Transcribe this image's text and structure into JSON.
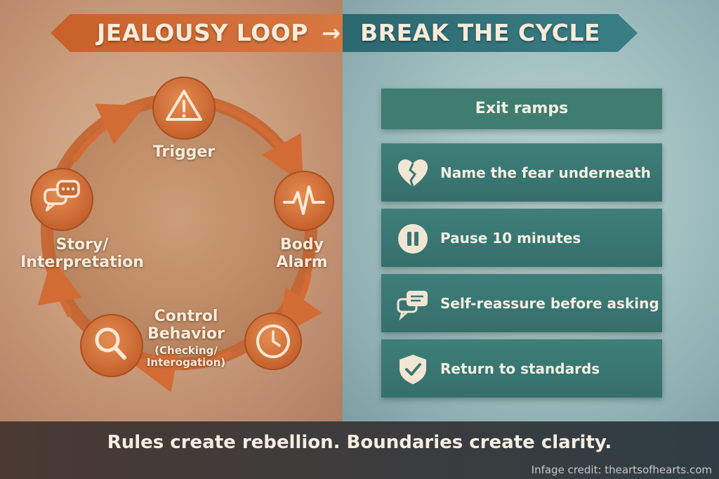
{
  "banner": {
    "title_left": "JEALOUSY LOOP",
    "arrow": "→",
    "title_right": "BREAK THE CYCLE",
    "left_color": "#c8652e",
    "right_color": "#2f7079"
  },
  "cycle": {
    "nodes": [
      {
        "label": "Trigger",
        "icon": "warning-icon"
      },
      {
        "label_lines": [
          "Body",
          "Alarm"
        ],
        "icon": "heartbeat-icon"
      },
      {
        "label_lines": [
          "Control",
          "Behavior"
        ],
        "sublabel_lines": [
          "(Checking/",
          "Interogation)"
        ],
        "icon": "clock-icon"
      },
      {
        "icon": "magnifier-icon"
      },
      {
        "label_lines": [
          "Story/",
          "Interpretation"
        ],
        "icon": "chat-bubbles-icon"
      }
    ],
    "accent_color": "#d8743a"
  },
  "exit_ramps": {
    "header": "Exit ramps",
    "items": [
      {
        "label": "Name the fear underneath",
        "icon": "broken-heart-icon"
      },
      {
        "label": "Pause 10 minutes",
        "icon": "pause-icon"
      },
      {
        "label": "Self-reassure before asking",
        "icon": "speech-bubbles-icon"
      },
      {
        "label": "Return to standards",
        "icon": "shield-check-icon"
      }
    ],
    "panel_color": "#3a7773"
  },
  "footer": {
    "tagline": "Rules create rebellion. Boundaries create clarity.",
    "credit": "Infage credit: theartsofhearts.com"
  }
}
